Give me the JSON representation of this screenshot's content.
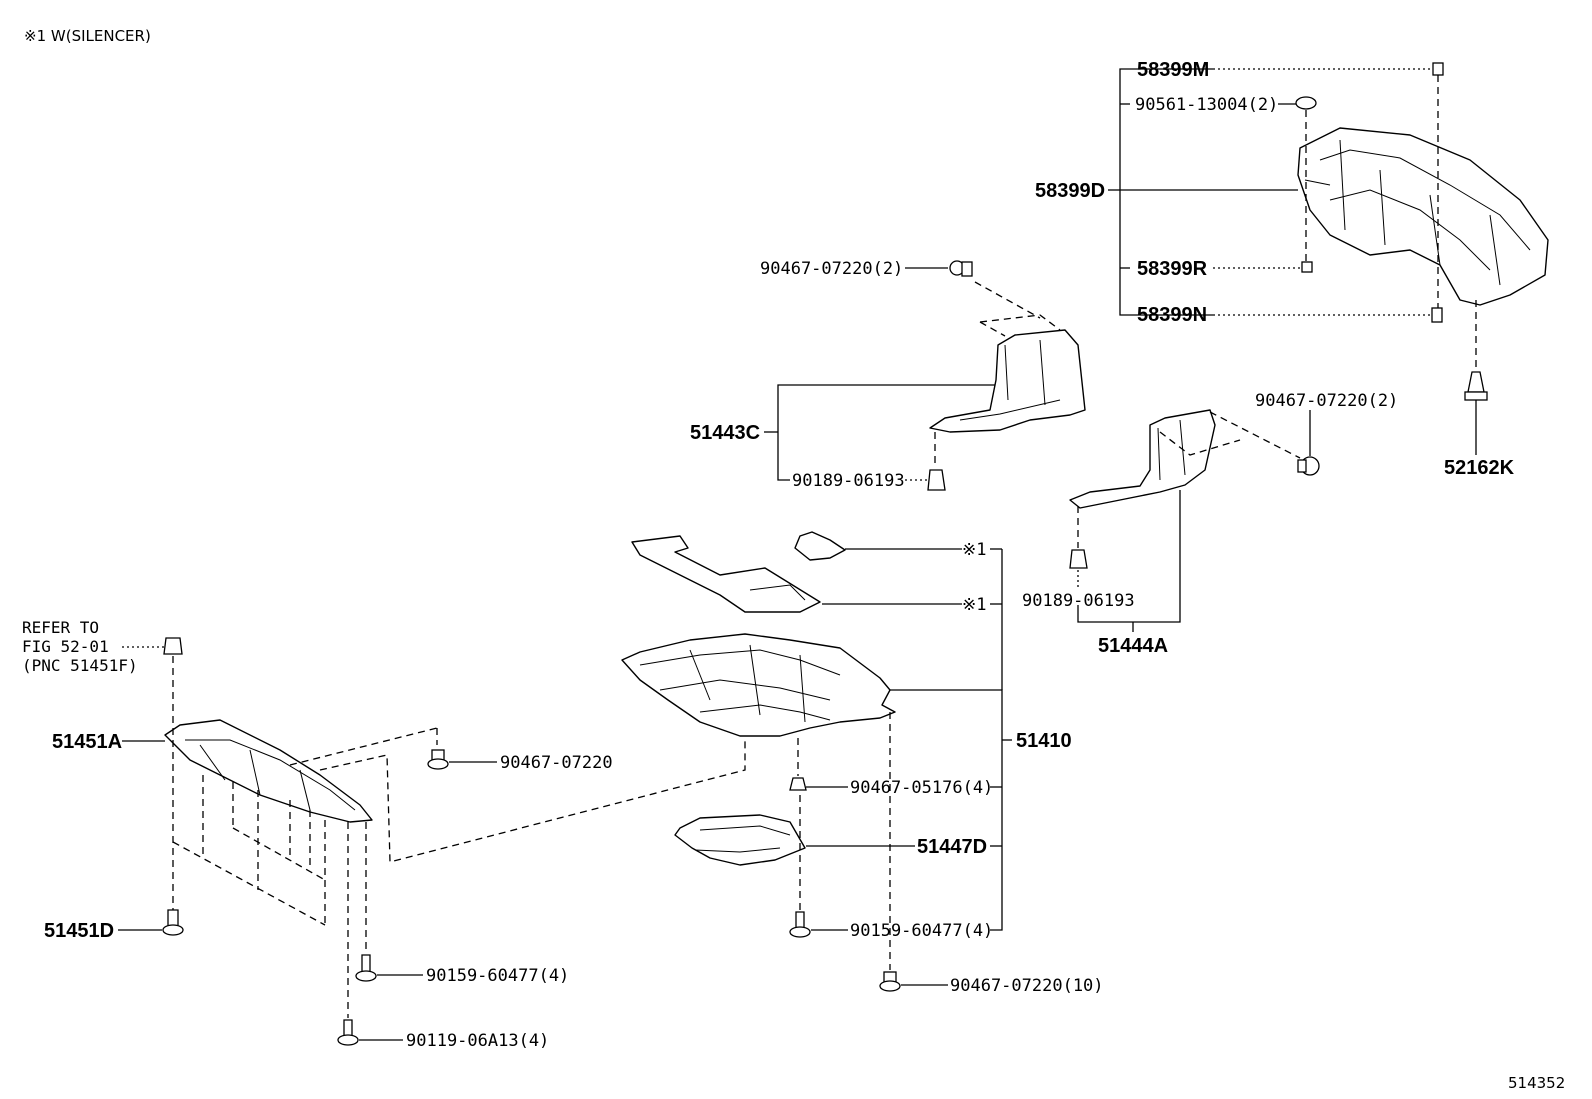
{
  "legend_note": "※1 W(SILENCER)",
  "figure_number": "514352",
  "refer_note": {
    "line1": "REFER TO",
    "line2": "FIG 52-01",
    "line3": "(PNC 51451F)"
  },
  "labels": {
    "p58399M": "58399M",
    "p90561_13004": "90561-13004(2)",
    "p58399D": "58399D",
    "p58399R": "58399R",
    "p58399N": "58399N",
    "p90467_07220_2a": "90467-07220(2)",
    "p51443C": "51443C",
    "p90189_06193a": "90189-06193",
    "p90467_07220_2b": "90467-07220(2)",
    "p52162K": "52162K",
    "p90189_06193b": "90189-06193",
    "p51444A": "51444A",
    "silencer1": "※1",
    "silencer2": "※1",
    "p51451A": "51451A",
    "p90467_07220": "90467-07220",
    "p51410": "51410",
    "p90467_05176": "90467-05176(4)",
    "p51447D": "51447D",
    "p51451D": "51451D",
    "p90159_60477a": "90159-60477(4)",
    "p90159_60477b": "90159-60477(4)",
    "p90467_07220_10": "90467-07220(10)",
    "p90119_06A13": "90119-06A13(4)"
  }
}
